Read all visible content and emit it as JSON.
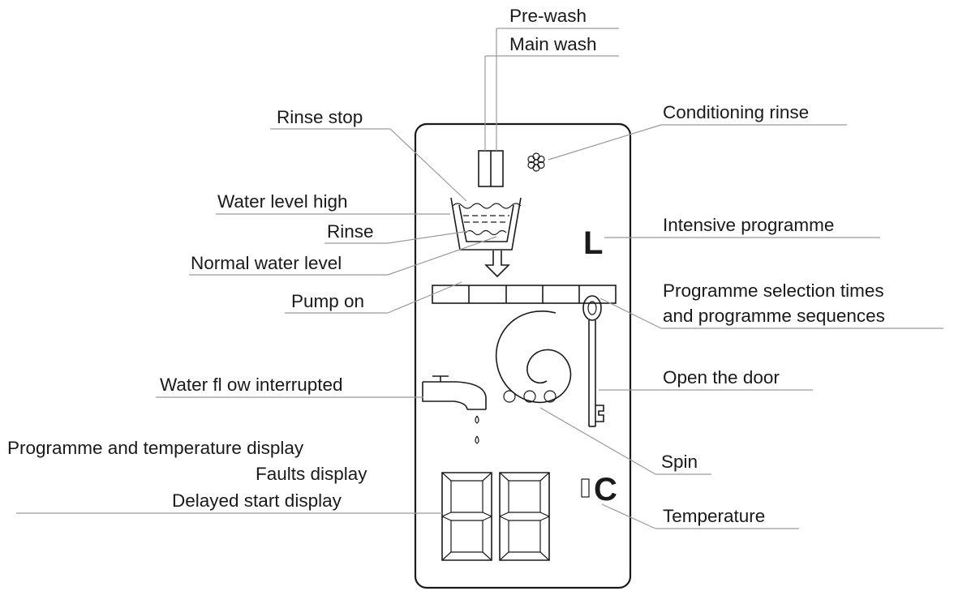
{
  "labels": {
    "pre_wash": "Pre-wash",
    "main_wash": "Main wash",
    "rinse_stop": "Rinse stop",
    "conditioning_rinse": "Conditioning rinse",
    "water_level_high": "Water level high",
    "intensive_programme": "Intensive programme",
    "rinse": "Rinse",
    "normal_water_level": "Normal water level",
    "pump_on": "Pump on",
    "programme_selection_line1": "Programme selection times",
    "programme_selection_line2": "and programme sequences",
    "water_flow_interrupted": "Water fl ow interrupted",
    "open_the_door": "Open the door",
    "programme_temperature_display": "Programme and temperature display",
    "faults_display": "Faults display",
    "delayed_start_display": "Delayed start display",
    "spin": "Spin",
    "temperature": "Temperature"
  },
  "panel_glyphs": {
    "intensive_symbol": "L",
    "temperature_unit": "C"
  },
  "icons": [
    "prewash-mainwash-compartments-icon",
    "flower-icon",
    "wash-tub-icon",
    "pump-arrow-icon",
    "tap-icon",
    "spin-spiral-icon",
    "key-icon",
    "seven-segment-display-icon"
  ],
  "programme_segments": 5
}
